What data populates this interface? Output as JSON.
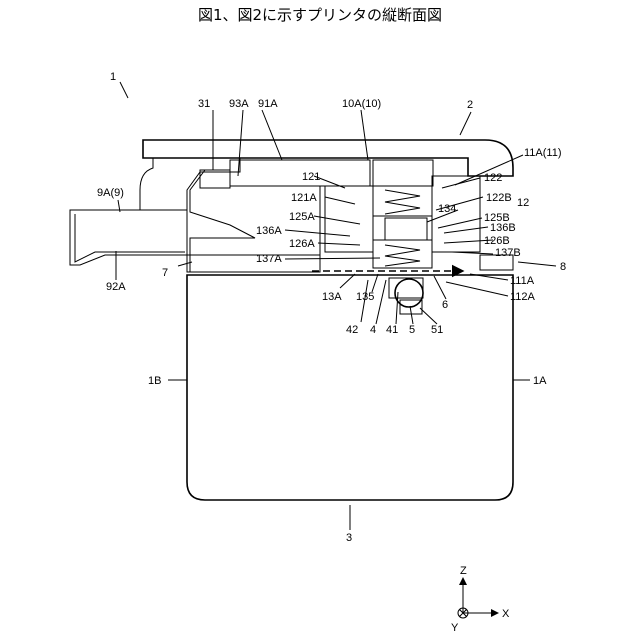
{
  "title": "図1、図2に示すプリンタの縦断面図",
  "labels": {
    "l1": "1",
    "l31": "31",
    "l93A": "93A",
    "l91A": "91A",
    "l10A": "10A(10)",
    "l2": "2",
    "l11A": "11A(11)",
    "l9A": "9A(9)",
    "l121": "121",
    "l122": "122",
    "l121A": "121A",
    "l122B": "122B",
    "l12": "12",
    "l125A": "125A",
    "l134": "134",
    "l125B": "125B",
    "l136A": "136A",
    "l136B": "136B",
    "l126A": "126A",
    "l126B": "126B",
    "l137A": "137A",
    "l137B": "137B",
    "l92A": "92A",
    "l7": "7",
    "l8": "8",
    "l111A": "111A",
    "l13A": "13A",
    "l135": "135",
    "l112A": "112A",
    "l6": "6",
    "l42": "42",
    "l4": "4",
    "l41": "41",
    "l5": "5",
    "l51": "51",
    "l1B": "1B",
    "l1A": "1A",
    "l3": "3"
  },
  "axes": {
    "z": "Z",
    "x": "X",
    "y": "Y"
  }
}
